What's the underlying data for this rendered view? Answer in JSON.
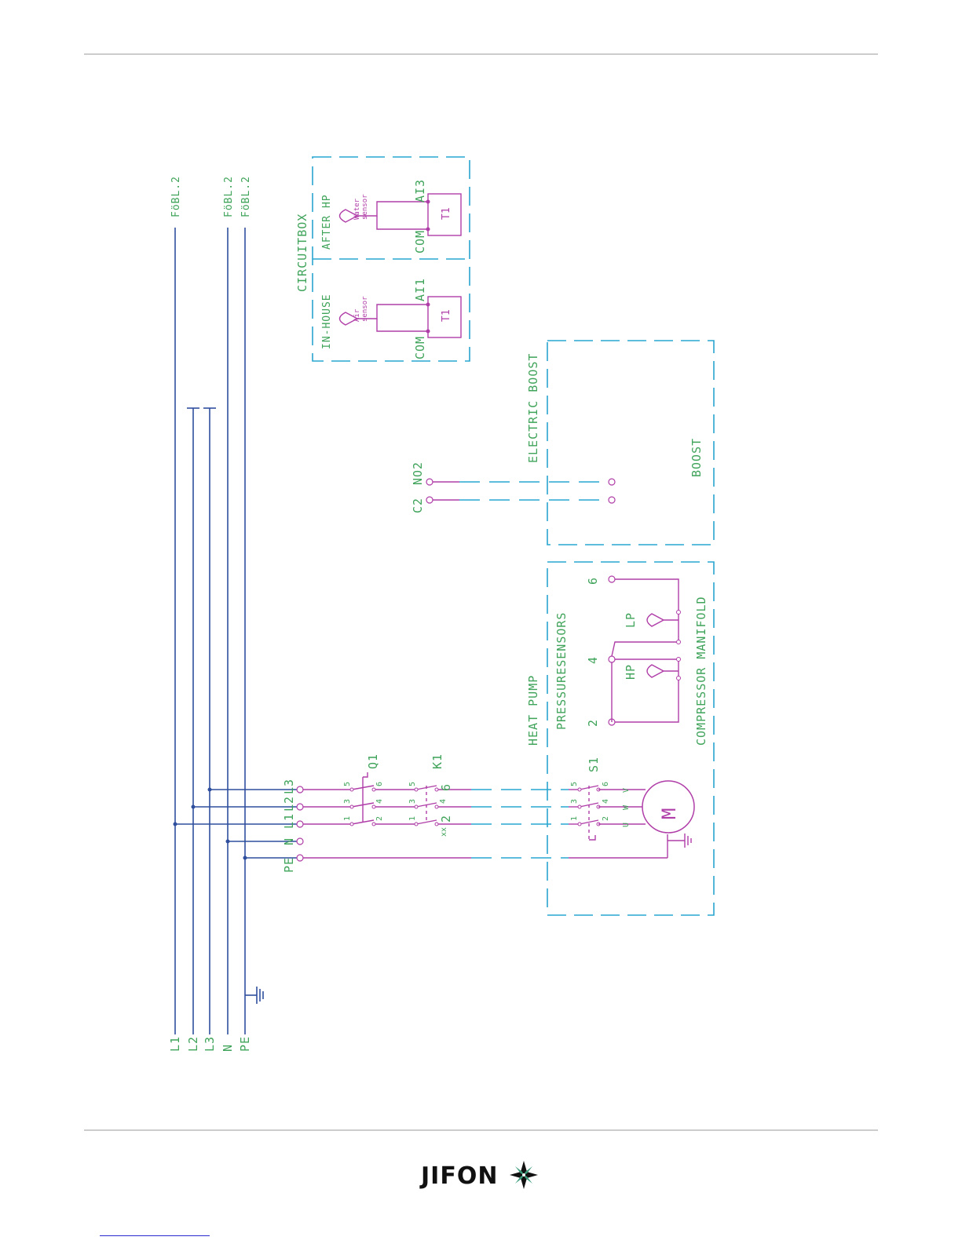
{
  "supply_lines": [
    "L1",
    "L2",
    "L3",
    "N",
    "PE"
  ],
  "ref_labels": [
    "FöBL.2",
    "FöBL.2",
    "FöBL.2"
  ],
  "circuitbox": {
    "title": "CIRCUITBOX",
    "in_house": {
      "label": "IN-HOUSE",
      "sensor": [
        "Air",
        "sensor"
      ],
      "terminal_top": "AI1",
      "terminal_bottom": "COM",
      "device": "T1"
    },
    "after_hp": {
      "label": "AFTER HP",
      "sensor": [
        "Water",
        "sensor"
      ],
      "terminal_top": "AI3",
      "terminal_bottom": "COM",
      "device": "T1"
    }
  },
  "electric_boost": {
    "title": "ELECTRIC BOOST",
    "device": "BOOST",
    "terminals": [
      "C2",
      "NO2"
    ]
  },
  "heat_pump": {
    "title": "HEAT PUMP",
    "pressure_title": "PRESSURESENSORS",
    "manifold_title": "COMPRESSOR MANIFOLD",
    "sensors": [
      "HP",
      "LP"
    ],
    "pressure_terminals": [
      "2",
      "4",
      "6"
    ],
    "switch": "S1",
    "switch_pins": [
      "1",
      "3",
      "5",
      "2",
      "4",
      "6"
    ],
    "motor_pins": [
      "U",
      "W",
      "V"
    ],
    "motor": "M"
  },
  "input_terminals": [
    "PE",
    "N",
    "L1",
    "L2",
    "L3"
  ],
  "breaker": {
    "name": "Q1",
    "pins": [
      "1",
      "3",
      "5",
      "2",
      "4",
      "6"
    ]
  },
  "contactor": {
    "name": "K1",
    "pins": [
      "1",
      "3",
      "5",
      "2",
      "4",
      "6"
    ],
    "note": "xx"
  },
  "brand": "JIFON"
}
